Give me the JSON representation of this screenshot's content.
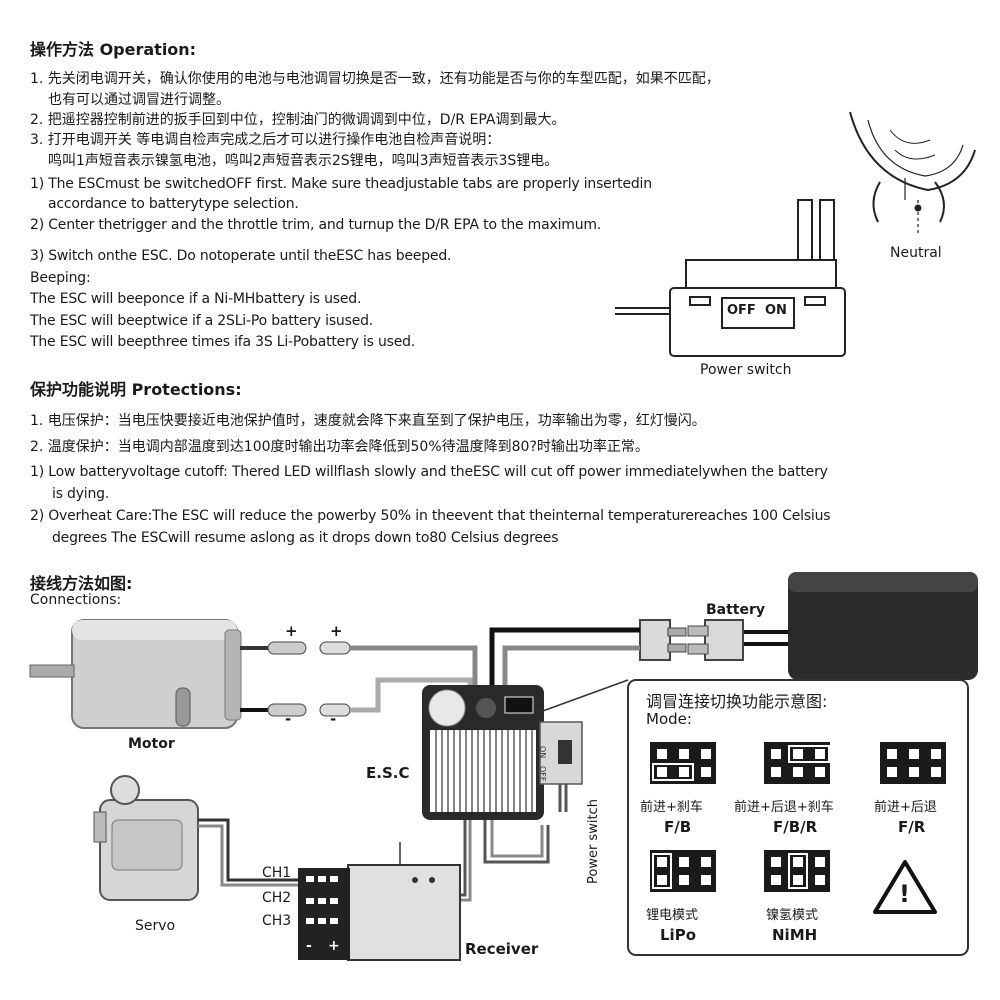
{
  "operation": {
    "title": "操作方法 Operation:",
    "cn": [
      "1. 先关闭电调开关，确认你使用的电池与电池调冒切换是否一致，还有功能是否与你的车型匹配，如果不匹配，",
      "也有可以通过调冒进行调整。",
      "2. 把遥控器控制前进的扳手回到中位，控制油门的微调调到中位，D/R  EPA调到最大。",
      "3. 打开电调开关 等电调自检声完成之后才可以进行操作电池自检声音说明：",
      "鸣叫1声短音表示镍氢电池，鸣叫2声短音表示2S锂电，鸣叫3声短音表示3S锂电。"
    ],
    "en": [
      "1) The ESCmust be switchedOFF first. Make sure theadjustable tabs are properly insertedin",
      "accordance to batterytype selection.",
      "2) Center thetrigger and the throttle trim, and turnup the D/R EPA to the maximum.",
      "3) Switch onthe ESC. Do notoperate until theESC has beeped.",
      "Beeping:",
      "The ESC will beeponce if a Ni-MHbattery is used.",
      "The ESC will beeptwice if a 2SLi-Po battery isused.",
      "The ESC will beepthree times ifa 3S Li-Pobattery is used."
    ],
    "neutral_label": "Neutral",
    "off_label": "OFF",
    "on_label": "ON",
    "power_switch_label": "Power switch"
  },
  "protections": {
    "title": "保护功能说明 Protections:",
    "cn": [
      "1. 电压保护：当电压快要接近电池保护值时，速度就会降下来直至到了保护电压，功率输出为零，红灯慢闪。",
      "2. 温度保护：当电调内部温度到达100度时输出功率会降低到50%待温度降到80?时输出功率正常。"
    ],
    "en": [
      "1) Low batteryvoltage cutoff: Thered LED willflash slowly and theESC will cut off power immediatelywhen the battery",
      "is dying.",
      "2) Overheat Care:The ESC will reduce the powerby 50% in theevent that theinternal temperaturereaches 100 Celsius",
      "degrees The ESCwill resume aslong as it drops down to80 Celsius degrees"
    ]
  },
  "connections": {
    "title_cn": "接线方法如图:",
    "title_en": "Connections:",
    "battery": "Battery",
    "motor": "Motor",
    "esc": "E.S.C",
    "servo": "Servo",
    "receiver": "Receiver",
    "power_switch": "Power switch",
    "plus": "+",
    "minus": "-",
    "ch1": "CH1",
    "ch2": "CH2",
    "ch3": "CH3",
    "rx_minus": "-",
    "rx_plus": "+",
    "esc_on": "ON",
    "esc_off": "OFF"
  },
  "mode_panel": {
    "title": "调冒连接切换功能示意图:",
    "subtitle": "Mode:",
    "modes": [
      {
        "cn": "前进+刹车",
        "code": "F/B"
      },
      {
        "cn": "前进+后退+刹车",
        "code": "F/B/R"
      },
      {
        "cn": "前进+后退",
        "code": "F/R"
      },
      {
        "cn": "锂电模式",
        "code": "LiPo"
      },
      {
        "cn": "镍氢模式",
        "code": "NiMH"
      }
    ],
    "warning_symbol": "!"
  }
}
